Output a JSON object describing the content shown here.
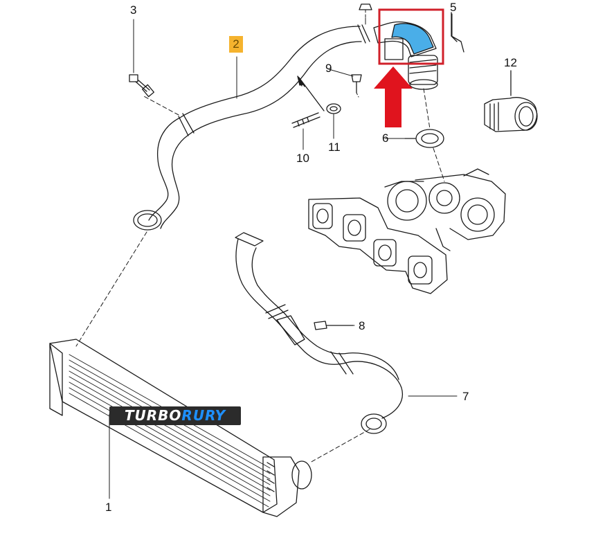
{
  "callouts": {
    "c1": "1",
    "c2": "2",
    "c3": "3",
    "c5": "5",
    "c6": "6",
    "c7": "7",
    "c8": "8",
    "c9": "9",
    "c10": "10",
    "c11": "11",
    "c12": "12"
  },
  "watermark": {
    "part1": "TURBO",
    "part2": "RURY"
  },
  "colors": {
    "line": "#1a1a1a",
    "highlight_box": "#d0202a",
    "arrow": "#e0141e",
    "hose_fill": "#4aaee8",
    "badge": "#f5b32e"
  }
}
